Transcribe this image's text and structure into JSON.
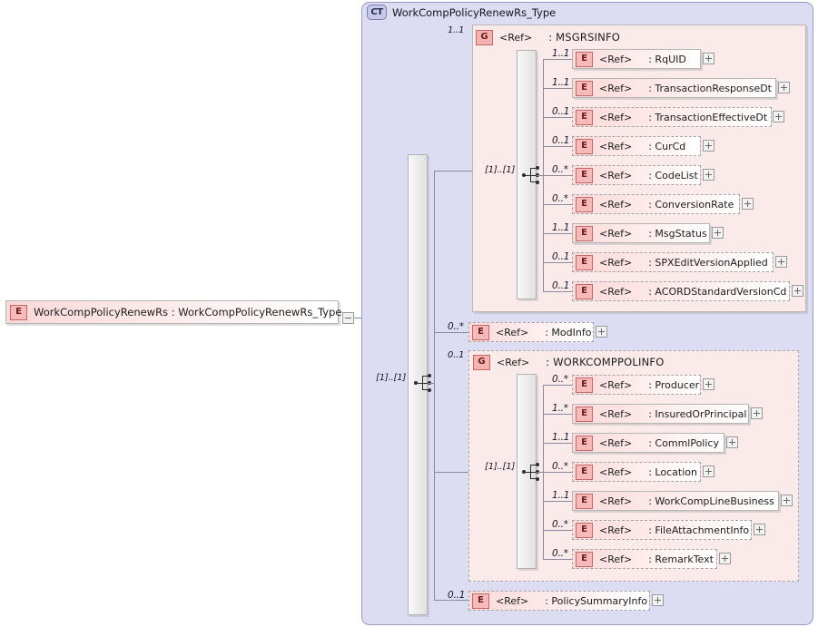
{
  "diagram": {
    "type": "xsd-schema-diagram",
    "root_element": {
      "badge": "E",
      "label": "WorkCompPolicyRenewRs  :  WorkCompPolicyRenewRs_Type",
      "name": "WorkCompPolicyRenewRs",
      "type": "WorkCompPolicyRenewRs_Type",
      "expander": "minus"
    },
    "complex_type": {
      "badge": "CT",
      "title": "WorkCompPolicyRenewRs_Type",
      "compositor": "sequence",
      "compositor_label": "[1]..[1]"
    },
    "children": [
      {
        "kind": "group",
        "badge": "G",
        "ref": "<Ref>",
        "name": ": MSGRSINFO",
        "occurs": "1..1",
        "required": true,
        "compositor_label": "[1]..[1]",
        "items": [
          {
            "badge": "E",
            "ref": "<Ref>",
            "name": ": RqUID",
            "occurs": "1..1",
            "required": true,
            "expander": "plus"
          },
          {
            "badge": "E",
            "ref": "<Ref>",
            "name": ": TransactionResponseDt",
            "occurs": "1..1",
            "required": true,
            "expander": "plus"
          },
          {
            "badge": "E",
            "ref": "<Ref>",
            "name": ": TransactionEffectiveDt",
            "occurs": "0..1",
            "required": false,
            "expander": "plus"
          },
          {
            "badge": "E",
            "ref": "<Ref>",
            "name": ": CurCd",
            "occurs": "0..1",
            "required": false,
            "expander": "plus"
          },
          {
            "badge": "E",
            "ref": "<Ref>",
            "name": ": CodeList",
            "occurs": "0..*",
            "required": false,
            "expander": "plus"
          },
          {
            "badge": "E",
            "ref": "<Ref>",
            "name": ": ConversionRate",
            "occurs": "0..*",
            "required": false,
            "expander": "plus"
          },
          {
            "badge": "E",
            "ref": "<Ref>",
            "name": ": MsgStatus",
            "occurs": "1..1",
            "required": true,
            "expander": "plus"
          },
          {
            "badge": "E",
            "ref": "<Ref>",
            "name": ": SPXEditVersionApplied",
            "occurs": "0..1",
            "required": false,
            "expander": "plus"
          },
          {
            "badge": "E",
            "ref": "<Ref>",
            "name": ": ACORDStandardVersionCd",
            "occurs": "0..1",
            "required": false,
            "expander": "plus"
          }
        ]
      },
      {
        "kind": "element",
        "badge": "E",
        "ref": "<Ref>",
        "name": ": ModInfo",
        "occurs": "0..*",
        "required": false,
        "expander": "plus"
      },
      {
        "kind": "group",
        "badge": "G",
        "ref": "<Ref>",
        "name": ": WORKCOMPPOLINFO",
        "occurs": "0..1",
        "required": false,
        "compositor_label": "[1]..[1]",
        "items": [
          {
            "badge": "E",
            "ref": "<Ref>",
            "name": ": Producer",
            "occurs": "0..*",
            "required": false,
            "expander": "plus"
          },
          {
            "badge": "E",
            "ref": "<Ref>",
            "name": ": InsuredOrPrincipal",
            "occurs": "1..*",
            "required": true,
            "expander": "plus"
          },
          {
            "badge": "E",
            "ref": "<Ref>",
            "name": ": CommlPolicy",
            "occurs": "1..1",
            "required": true,
            "expander": "plus"
          },
          {
            "badge": "E",
            "ref": "<Ref>",
            "name": ": Location",
            "occurs": "0..*",
            "required": false,
            "expander": "plus"
          },
          {
            "badge": "E",
            "ref": "<Ref>",
            "name": ": WorkCompLineBusiness",
            "occurs": "1..1",
            "required": true,
            "expander": "plus"
          },
          {
            "badge": "E",
            "ref": "<Ref>",
            "name": ": FileAttachmentInfo",
            "occurs": "0..*",
            "required": false,
            "expander": "plus"
          },
          {
            "badge": "E",
            "ref": "<Ref>",
            "name": ": RemarkText",
            "occurs": "0..*",
            "required": false,
            "expander": "plus"
          }
        ]
      },
      {
        "kind": "element",
        "badge": "E",
        "ref": "<Ref>",
        "name": ": PolicySummaryInfo",
        "occurs": "0..1",
        "required": false,
        "expander": "plus"
      }
    ],
    "colors": {
      "container_bg": "#dcdcf2",
      "container_border": "#9a9ac4",
      "group_bg": "#fbeaea",
      "node_bg": "#fcdede",
      "badge_bg": "#f6baba",
      "badge_border": "#c06868",
      "line": "#8a8a9e"
    }
  }
}
